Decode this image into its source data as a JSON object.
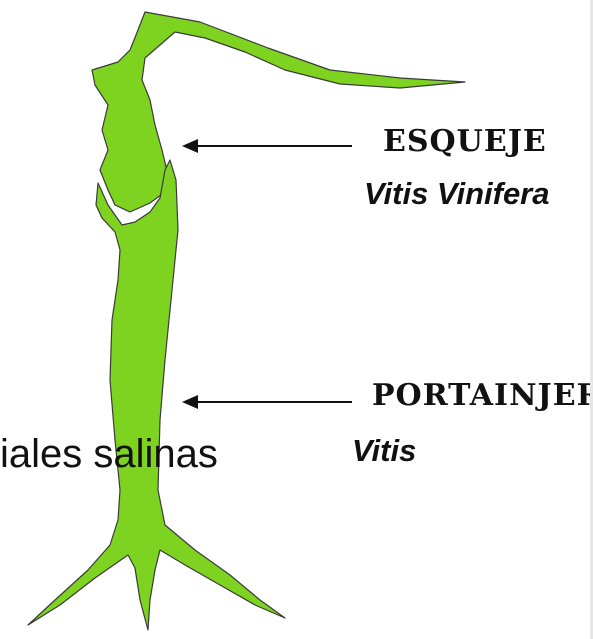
{
  "colors": {
    "plant_fill": "#7ed321",
    "plant_stroke": "#3a3a3a",
    "text": "#111111",
    "background": "#ffffff"
  },
  "labels": {
    "scion_title": "ESQUEJE",
    "scion_species": "Vitis Vinifera",
    "rootstock_title": "PORTAINJERTO",
    "rootstock_species": "Vitis"
  },
  "overlay_text": "iales salinas"
}
